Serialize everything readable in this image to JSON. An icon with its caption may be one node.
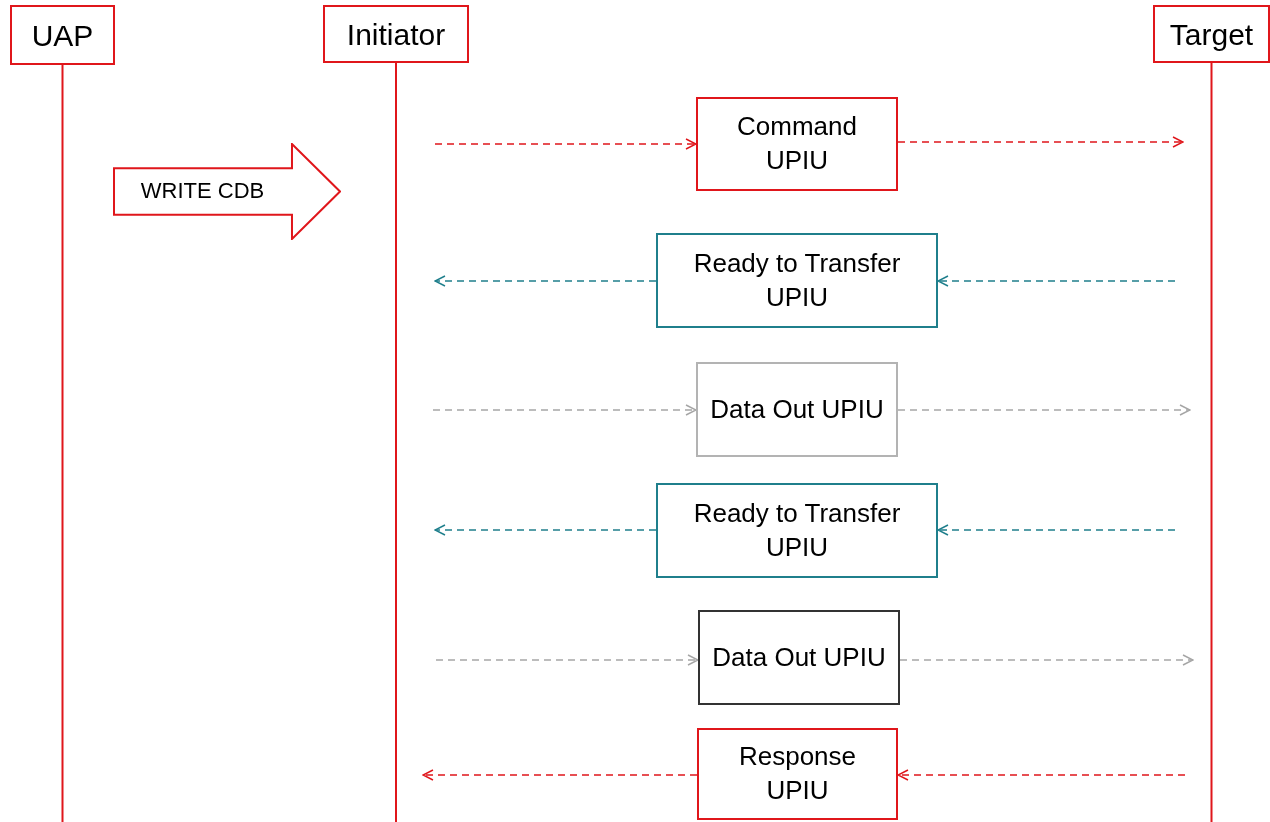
{
  "diagram": {
    "nodes": [
      {
        "text": [
          "UAP"
        ]
      },
      {
        "text": [
          "Initiator"
        ]
      },
      {
        "text": [
          "Target"
        ]
      },
      {
        "text": [
          "WRITE CDB"
        ]
      },
      {
        "text": [
          "Command UPIU"
        ]
      },
      {
        "text": [
          "Ready to Transfer UPIU"
        ]
      },
      {
        "text": [
          "Data Out UPIU"
        ]
      },
      {
        "text": [
          "Ready to Transfer UPIU"
        ]
      },
      {
        "text": [
          "Data Out UPIU"
        ]
      },
      {
        "text": [
          "Response UPIU"
        ]
      }
    ],
    "edges": [
      {
        "from": null,
        "to": 4,
        "arrow": "to",
        "style": "dashed"
      },
      {
        "from": 4,
        "to": null,
        "arrow": "to",
        "style": "dashed"
      },
      {
        "from": 5,
        "to": null,
        "arrow": "to",
        "style": "dashed",
        "color": "#1f7f8c"
      },
      {
        "from": null,
        "to": 5,
        "arrow": "to",
        "style": "dashed",
        "color": "#1f7f8c"
      },
      {
        "from": null,
        "to": 6,
        "arrow": "to",
        "style": "dashed",
        "color": "#a6a6a6"
      },
      {
        "from": 6,
        "to": null,
        "arrow": "to",
        "style": "dashed",
        "color": "#a6a6a6"
      },
      {
        "from": 7,
        "to": null,
        "arrow": "to",
        "style": "dashed",
        "color": "#1f7f8c"
      },
      {
        "from": null,
        "to": 7,
        "arrow": "to",
        "style": "dashed",
        "color": "#1f7f8c"
      },
      {
        "from": null,
        "to": 8,
        "arrow": "to",
        "style": "dashed",
        "color": "#a6a6a6"
      },
      {
        "from": 8,
        "to": null,
        "arrow": "to",
        "style": "dashed",
        "color": "#a6a6a6"
      },
      {
        "from": 9,
        "to": null,
        "arrow": "to",
        "style": "dashed"
      },
      {
        "from": null,
        "to": 9,
        "arrow": "to",
        "style": "dashed"
      }
    ]
  }
}
